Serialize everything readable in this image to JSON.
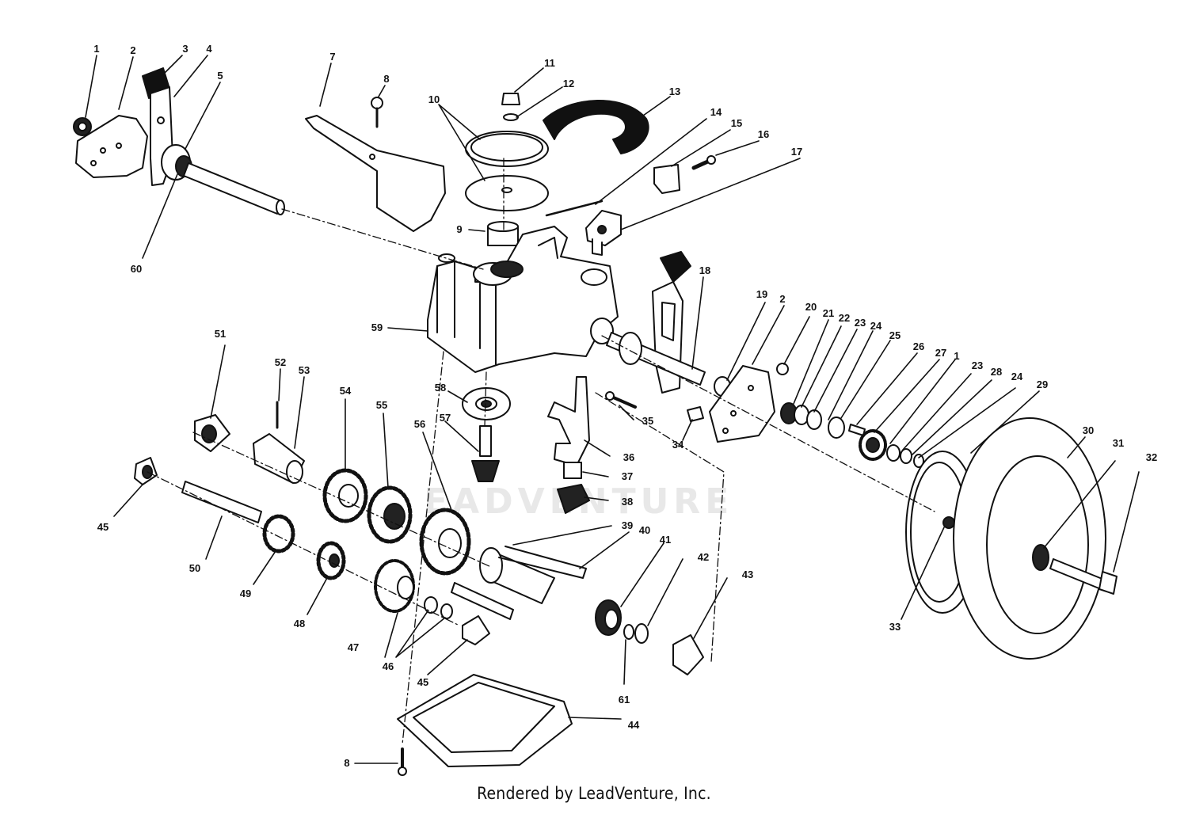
{
  "footer_text": "Rendered by LeadVenture, Inc.",
  "watermark_text": "EADVENTURE",
  "colors": {
    "ink": "#111111",
    "paper": "#ffffff",
    "watermark": "#e8e8e8"
  },
  "callouts": [
    {
      "id": "1",
      "text": "1"
    },
    {
      "id": "2",
      "text": "2"
    },
    {
      "id": "3",
      "text": "3"
    },
    {
      "id": "4",
      "text": "4"
    },
    {
      "id": "5",
      "text": "5"
    },
    {
      "id": "7",
      "text": "7"
    },
    {
      "id": "8a",
      "text": "8"
    },
    {
      "id": "8b",
      "text": "8"
    },
    {
      "id": "9",
      "text": "9"
    },
    {
      "id": "10",
      "text": "10"
    },
    {
      "id": "11",
      "text": "11"
    },
    {
      "id": "12",
      "text": "12"
    },
    {
      "id": "13",
      "text": "13"
    },
    {
      "id": "14",
      "text": "14"
    },
    {
      "id": "15",
      "text": "15"
    },
    {
      "id": "16",
      "text": "16"
    },
    {
      "id": "17",
      "text": "17"
    },
    {
      "id": "18",
      "text": "18"
    },
    {
      "id": "19",
      "text": "19"
    },
    {
      "id": "2b",
      "text": "2"
    },
    {
      "id": "20",
      "text": "20"
    },
    {
      "id": "21",
      "text": "21"
    },
    {
      "id": "22",
      "text": "22"
    },
    {
      "id": "23a",
      "text": "23"
    },
    {
      "id": "24a",
      "text": "24"
    },
    {
      "id": "25",
      "text": "25"
    },
    {
      "id": "26",
      "text": "26"
    },
    {
      "id": "27",
      "text": "27"
    },
    {
      "id": "1b",
      "text": "1"
    },
    {
      "id": "23b",
      "text": "23"
    },
    {
      "id": "28",
      "text": "28"
    },
    {
      "id": "24b",
      "text": "24"
    },
    {
      "id": "29",
      "text": "29"
    },
    {
      "id": "30",
      "text": "30"
    },
    {
      "id": "31",
      "text": "31"
    },
    {
      "id": "32",
      "text": "32"
    },
    {
      "id": "33",
      "text": "33"
    },
    {
      "id": "34",
      "text": "34"
    },
    {
      "id": "35",
      "text": "35"
    },
    {
      "id": "36",
      "text": "36"
    },
    {
      "id": "37",
      "text": "37"
    },
    {
      "id": "38",
      "text": "38"
    },
    {
      "id": "39",
      "text": "39"
    },
    {
      "id": "40",
      "text": "40"
    },
    {
      "id": "41",
      "text": "41"
    },
    {
      "id": "42",
      "text": "42"
    },
    {
      "id": "43",
      "text": "43"
    },
    {
      "id": "44",
      "text": "44"
    },
    {
      "id": "45a",
      "text": "45"
    },
    {
      "id": "45b",
      "text": "45"
    },
    {
      "id": "46",
      "text": "46"
    },
    {
      "id": "47",
      "text": "47"
    },
    {
      "id": "48",
      "text": "48"
    },
    {
      "id": "49",
      "text": "49"
    },
    {
      "id": "50",
      "text": "50"
    },
    {
      "id": "51",
      "text": "51"
    },
    {
      "id": "52",
      "text": "52"
    },
    {
      "id": "53",
      "text": "53"
    },
    {
      "id": "54",
      "text": "54"
    },
    {
      "id": "55",
      "text": "55"
    },
    {
      "id": "56",
      "text": "56"
    },
    {
      "id": "57",
      "text": "57"
    },
    {
      "id": "58",
      "text": "58"
    },
    {
      "id": "59",
      "text": "59"
    },
    {
      "id": "60",
      "text": "60"
    },
    {
      "id": "61",
      "text": "61"
    }
  ]
}
